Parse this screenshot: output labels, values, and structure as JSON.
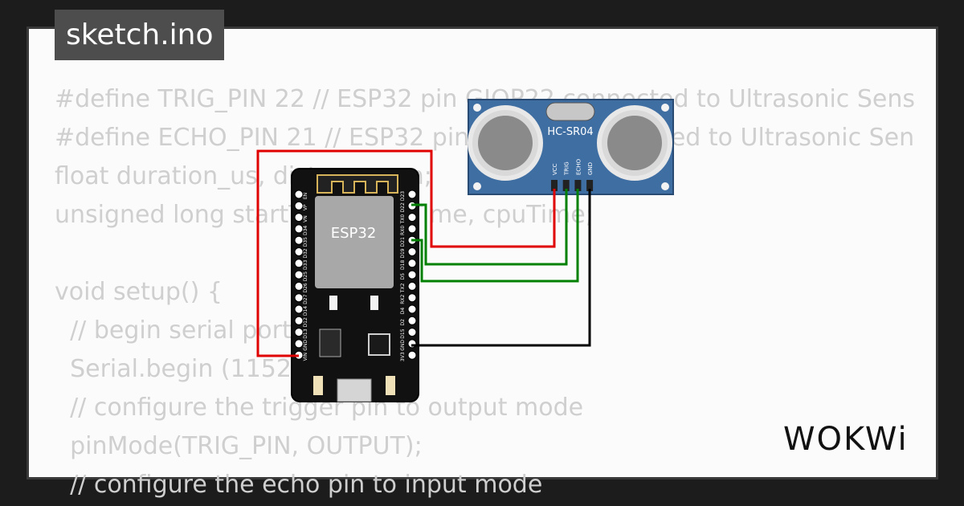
{
  "window": {
    "title": "sketch.ino"
  },
  "code_lines": [
    "#define TRIG_PIN 22 // ESP32 pin GIOP22 connected to Ultrasonic Sens",
    "#define ECHO_PIN 21 // ESP32 pin GIOP21 connected to Ultrasonic Sen",
    "float duration_us, distance_cm;",
    "unsigned long startTime, endTime, cpuTime;",
    "",
    "void setup() {",
    "  // begin serial port",
    "  Serial.begin (115200);",
    "  // configure the trigger pin to output mode",
    "  pinMode(TRIG_PIN, OUTPUT);",
    "  // configure the echo pin to input mode"
  ],
  "esp32": {
    "label": "ESP32",
    "left_pins": [
      "EN",
      "VP",
      "VN",
      "D34",
      "D35",
      "D32",
      "D33",
      "D25",
      "D26",
      "D27",
      "D14",
      "D12",
      "D13",
      "GND",
      "VIN"
    ],
    "right_pins": [
      "D23",
      "D22",
      "TX0",
      "RX0",
      "D21",
      "D19",
      "D18",
      "D5",
      "TX2",
      "RX2",
      "D4",
      "D2",
      "D15",
      "GND",
      "3V3"
    ]
  },
  "sensor": {
    "label": "HC-SR04",
    "pins": [
      "VCC",
      "TRIG",
      "ECHO",
      "GND"
    ]
  },
  "wire_colors": {
    "vcc": "#e00000",
    "trig": "#008000",
    "echo": "#008000",
    "gnd": "#000000"
  },
  "brand": {
    "logo": "WOKWi"
  }
}
